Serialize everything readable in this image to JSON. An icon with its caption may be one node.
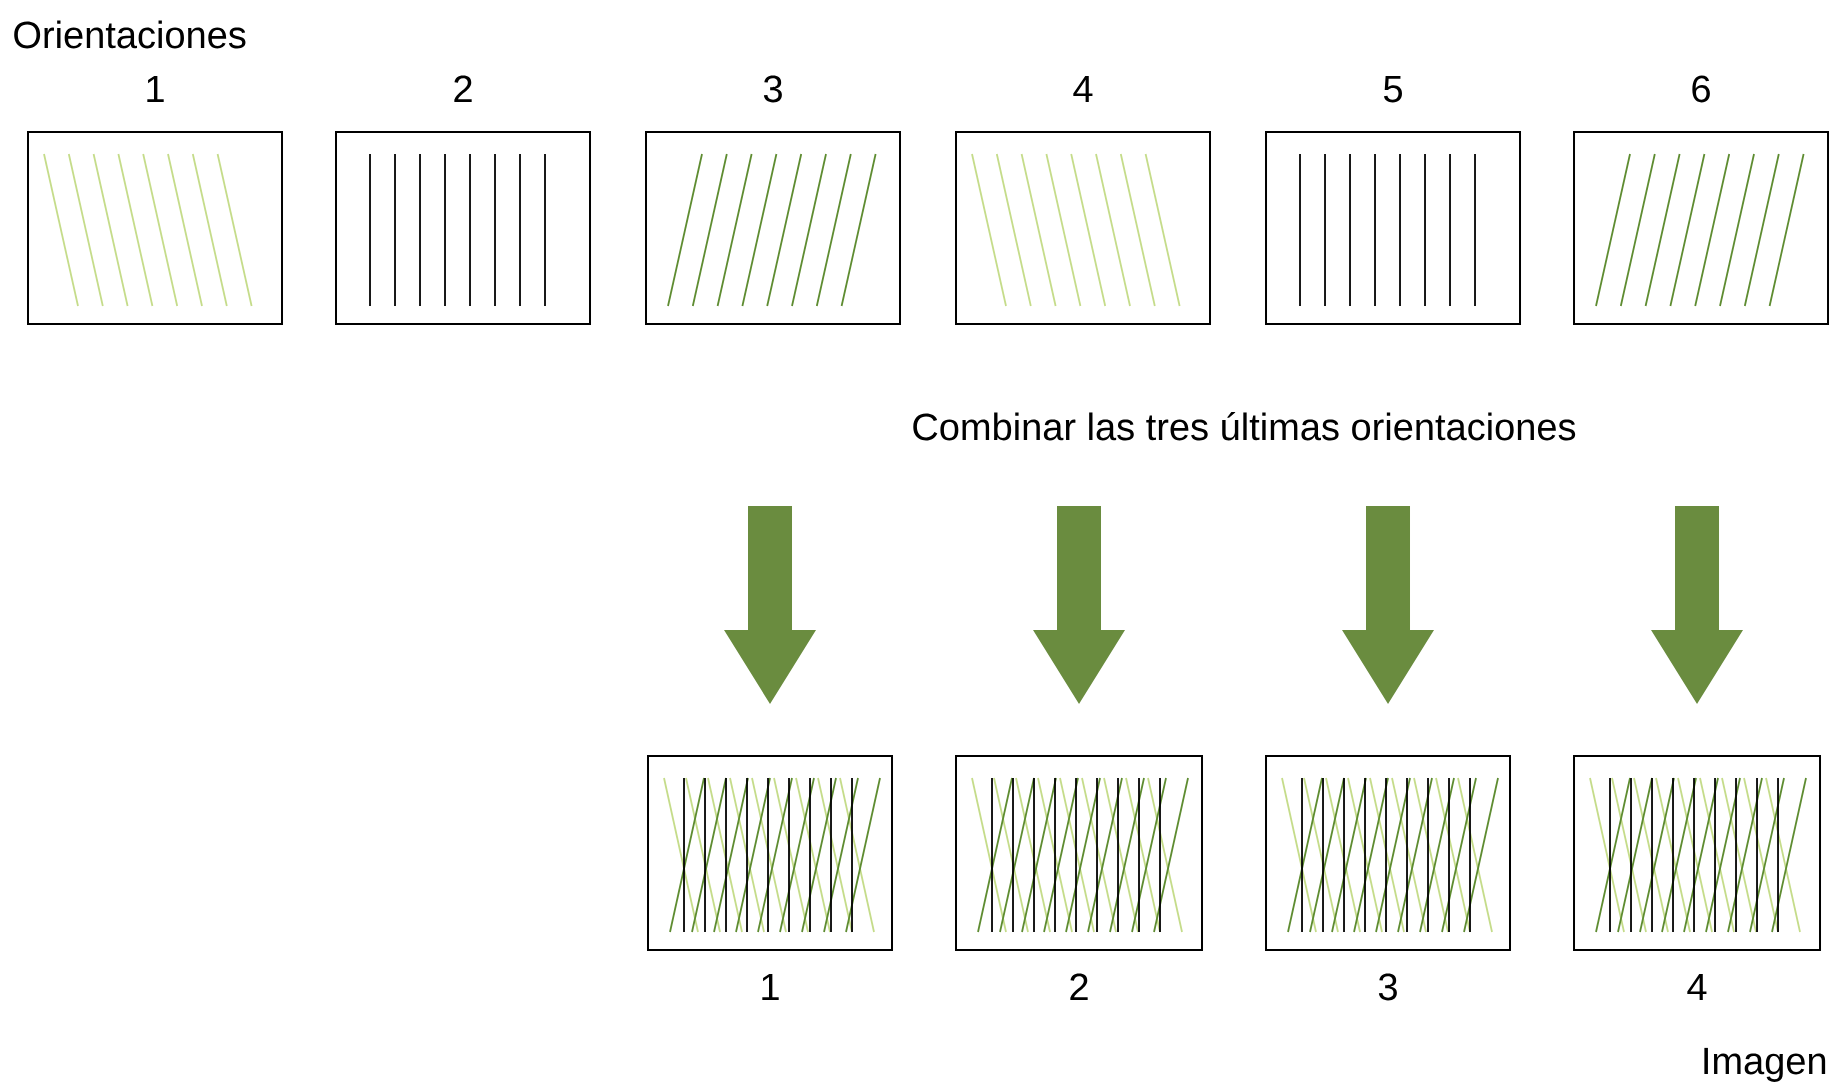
{
  "diagram": {
    "nodes": [
      {
        "text": [
          "1"
        ]
      },
      {
        "text": [
          "2"
        ]
      },
      {
        "text": [
          "3"
        ]
      },
      {
        "text": [
          "4"
        ]
      },
      {
        "text": [
          "5"
        ]
      },
      {
        "text": [
          "6"
        ]
      },
      {
        "text": [],
        "shape": "box",
        "beside": [
          "1"
        ]
      },
      {
        "text": [],
        "shape": "box",
        "beside": [
          "2"
        ]
      },
      {
        "text": [],
        "shape": "box",
        "beside": [
          "3"
        ]
      },
      {
        "text": [],
        "shape": "box",
        "beside": [
          "4"
        ]
      }
    ],
    "edges": [
      {
        "from": null,
        "to": 6,
        "arrow": "to",
        "style": "thick"
      },
      {
        "from": null,
        "to": 7,
        "arrow": "to",
        "style": "thick"
      },
      {
        "from": null,
        "to": 8,
        "arrow": "to",
        "style": "thick"
      },
      {
        "from": null,
        "to": 9,
        "arrow": "to",
        "style": "thick"
      }
    ],
    "labels": [
      "Orientaciones",
      "Combinar las tres últimas orientaciones",
      "Imagen"
    ]
  }
}
